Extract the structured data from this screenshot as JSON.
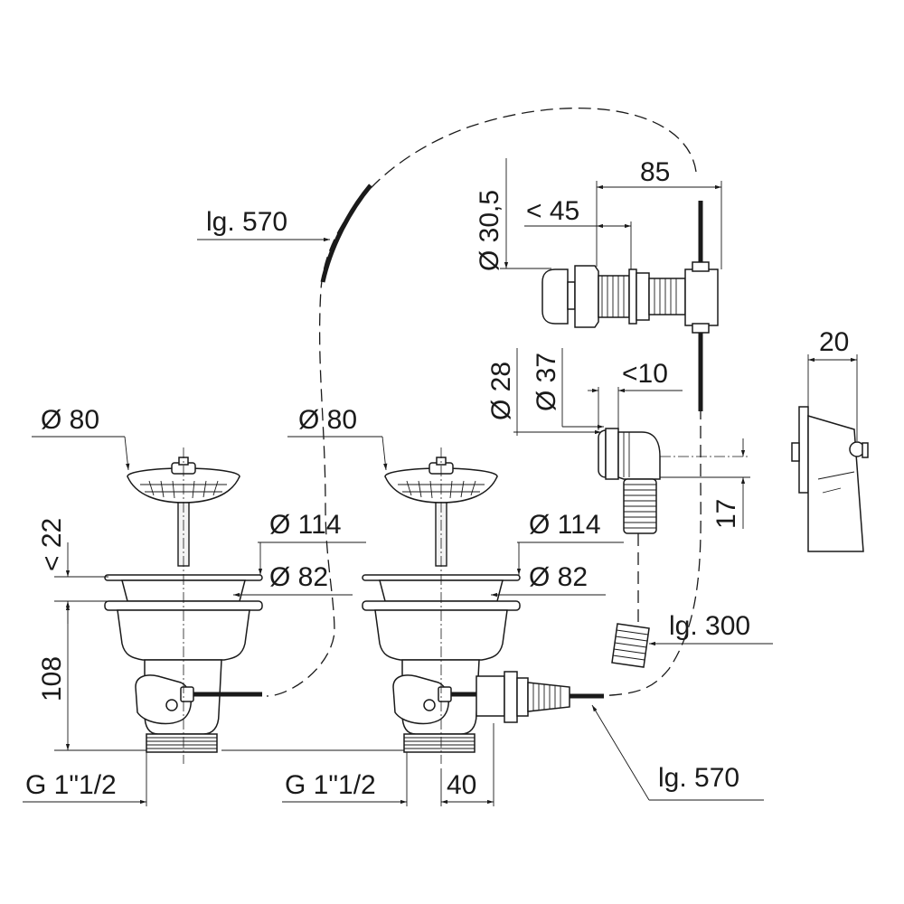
{
  "drawing": {
    "left_assembly": {
      "strainer_diameter": "Ø 80",
      "flange_diameter": "Ø 114",
      "body_diameter": "Ø 82",
      "lift_height": "< 22",
      "total_height": "108",
      "thread": "G 1\"1/2"
    },
    "middle_assembly": {
      "strainer_diameter": "Ø 80",
      "flange_diameter": "Ø 114",
      "body_diameter": "Ø 82",
      "thread": "G 1\"1/2",
      "outlet_offset": "40",
      "cable_length": "lg. 570"
    },
    "cable": {
      "length_label": "lg. 570"
    },
    "knob_control": {
      "knob_diameter": "Ø 30,5",
      "thickness_max": "< 45",
      "total_length": "85"
    },
    "overflow": {
      "inner_diameter": "Ø 28",
      "outer_diameter": "Ø 37",
      "flange_thickness": "<10",
      "elbow_height": "17",
      "hose_length": "lg. 300"
    },
    "side_view": {
      "width": "20"
    }
  }
}
